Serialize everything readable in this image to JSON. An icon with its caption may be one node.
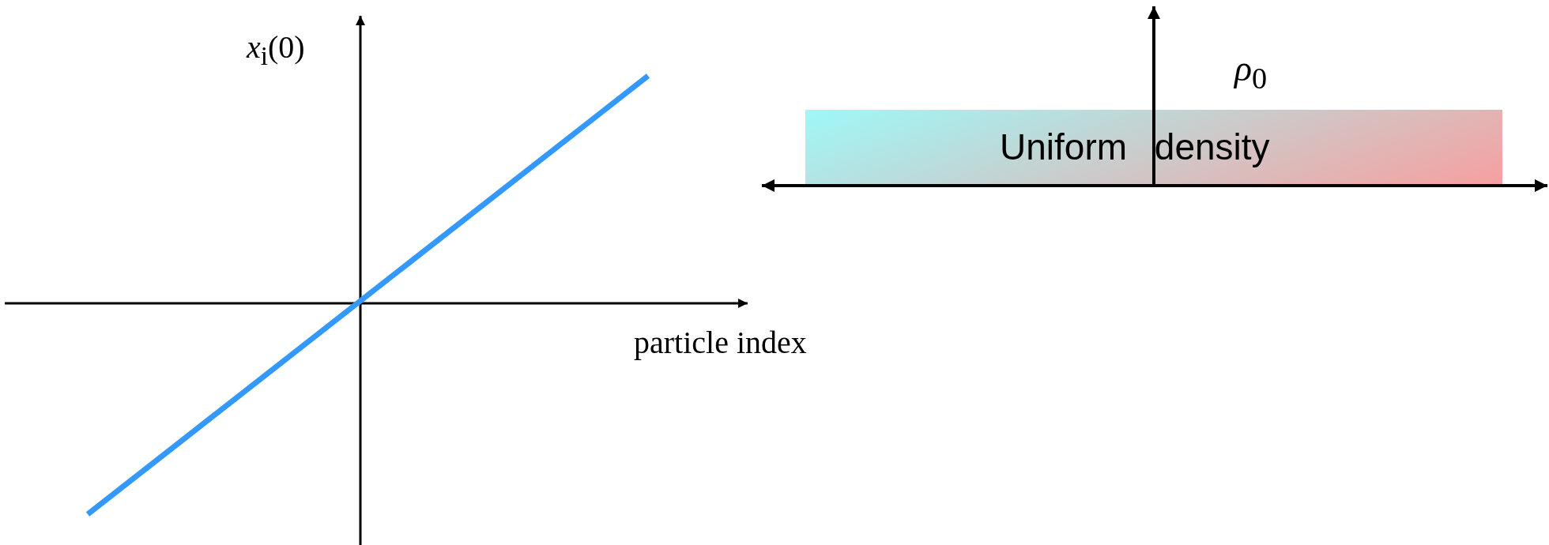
{
  "diagram": {
    "nodes": [
      {
        "text": [
          "Uniform density"
        ]
      }
    ],
    "labels": [
      "*x*$_{i}$(0)",
      "particle index",
      "*ρ*$_{0}$"
    ]
  }
}
